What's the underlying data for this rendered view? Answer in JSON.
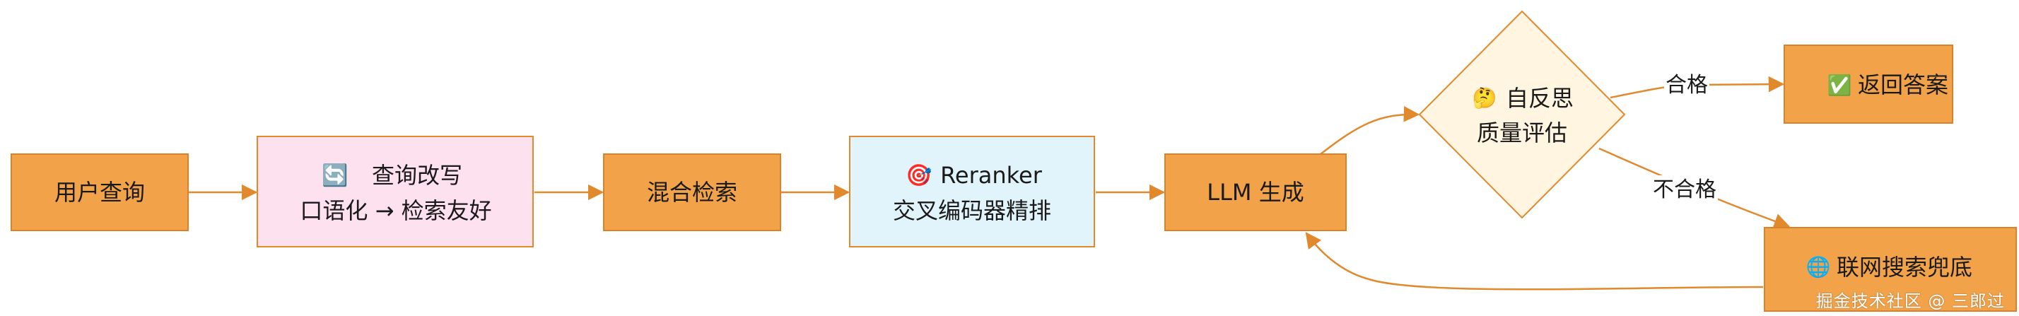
{
  "colors": {
    "orange_fill": "#f2a34a",
    "orange_stroke": "#d9822b",
    "pink_fill": "#fde1ef",
    "blue_fill": "#e2f4fb",
    "cream_fill": "#fff5e0",
    "edge": "#e0892d"
  },
  "nodes": {
    "user_query": {
      "line1": "用户查询"
    },
    "rewrite": {
      "icon": "🔄",
      "line1": "查询改写",
      "line2": "口语化 → 检索友好"
    },
    "hybrid": {
      "line1": "混合检索"
    },
    "rerank": {
      "icon": "🎯",
      "line1": "Reranker",
      "line2": "交叉编码器精排"
    },
    "llm": {
      "line1": "LLM 生成"
    },
    "reflect": {
      "icon": "🤔",
      "line1": "自反思",
      "line2": "质量评估"
    },
    "answer": {
      "icon": "✅",
      "line1": "返回答案"
    },
    "web": {
      "icon": "🌐",
      "line1": "联网搜索兜底"
    }
  },
  "edges": {
    "pass_label": "合格",
    "fail_label": "不合格"
  },
  "watermark": "掘金技术社区 @ 三郎过"
}
